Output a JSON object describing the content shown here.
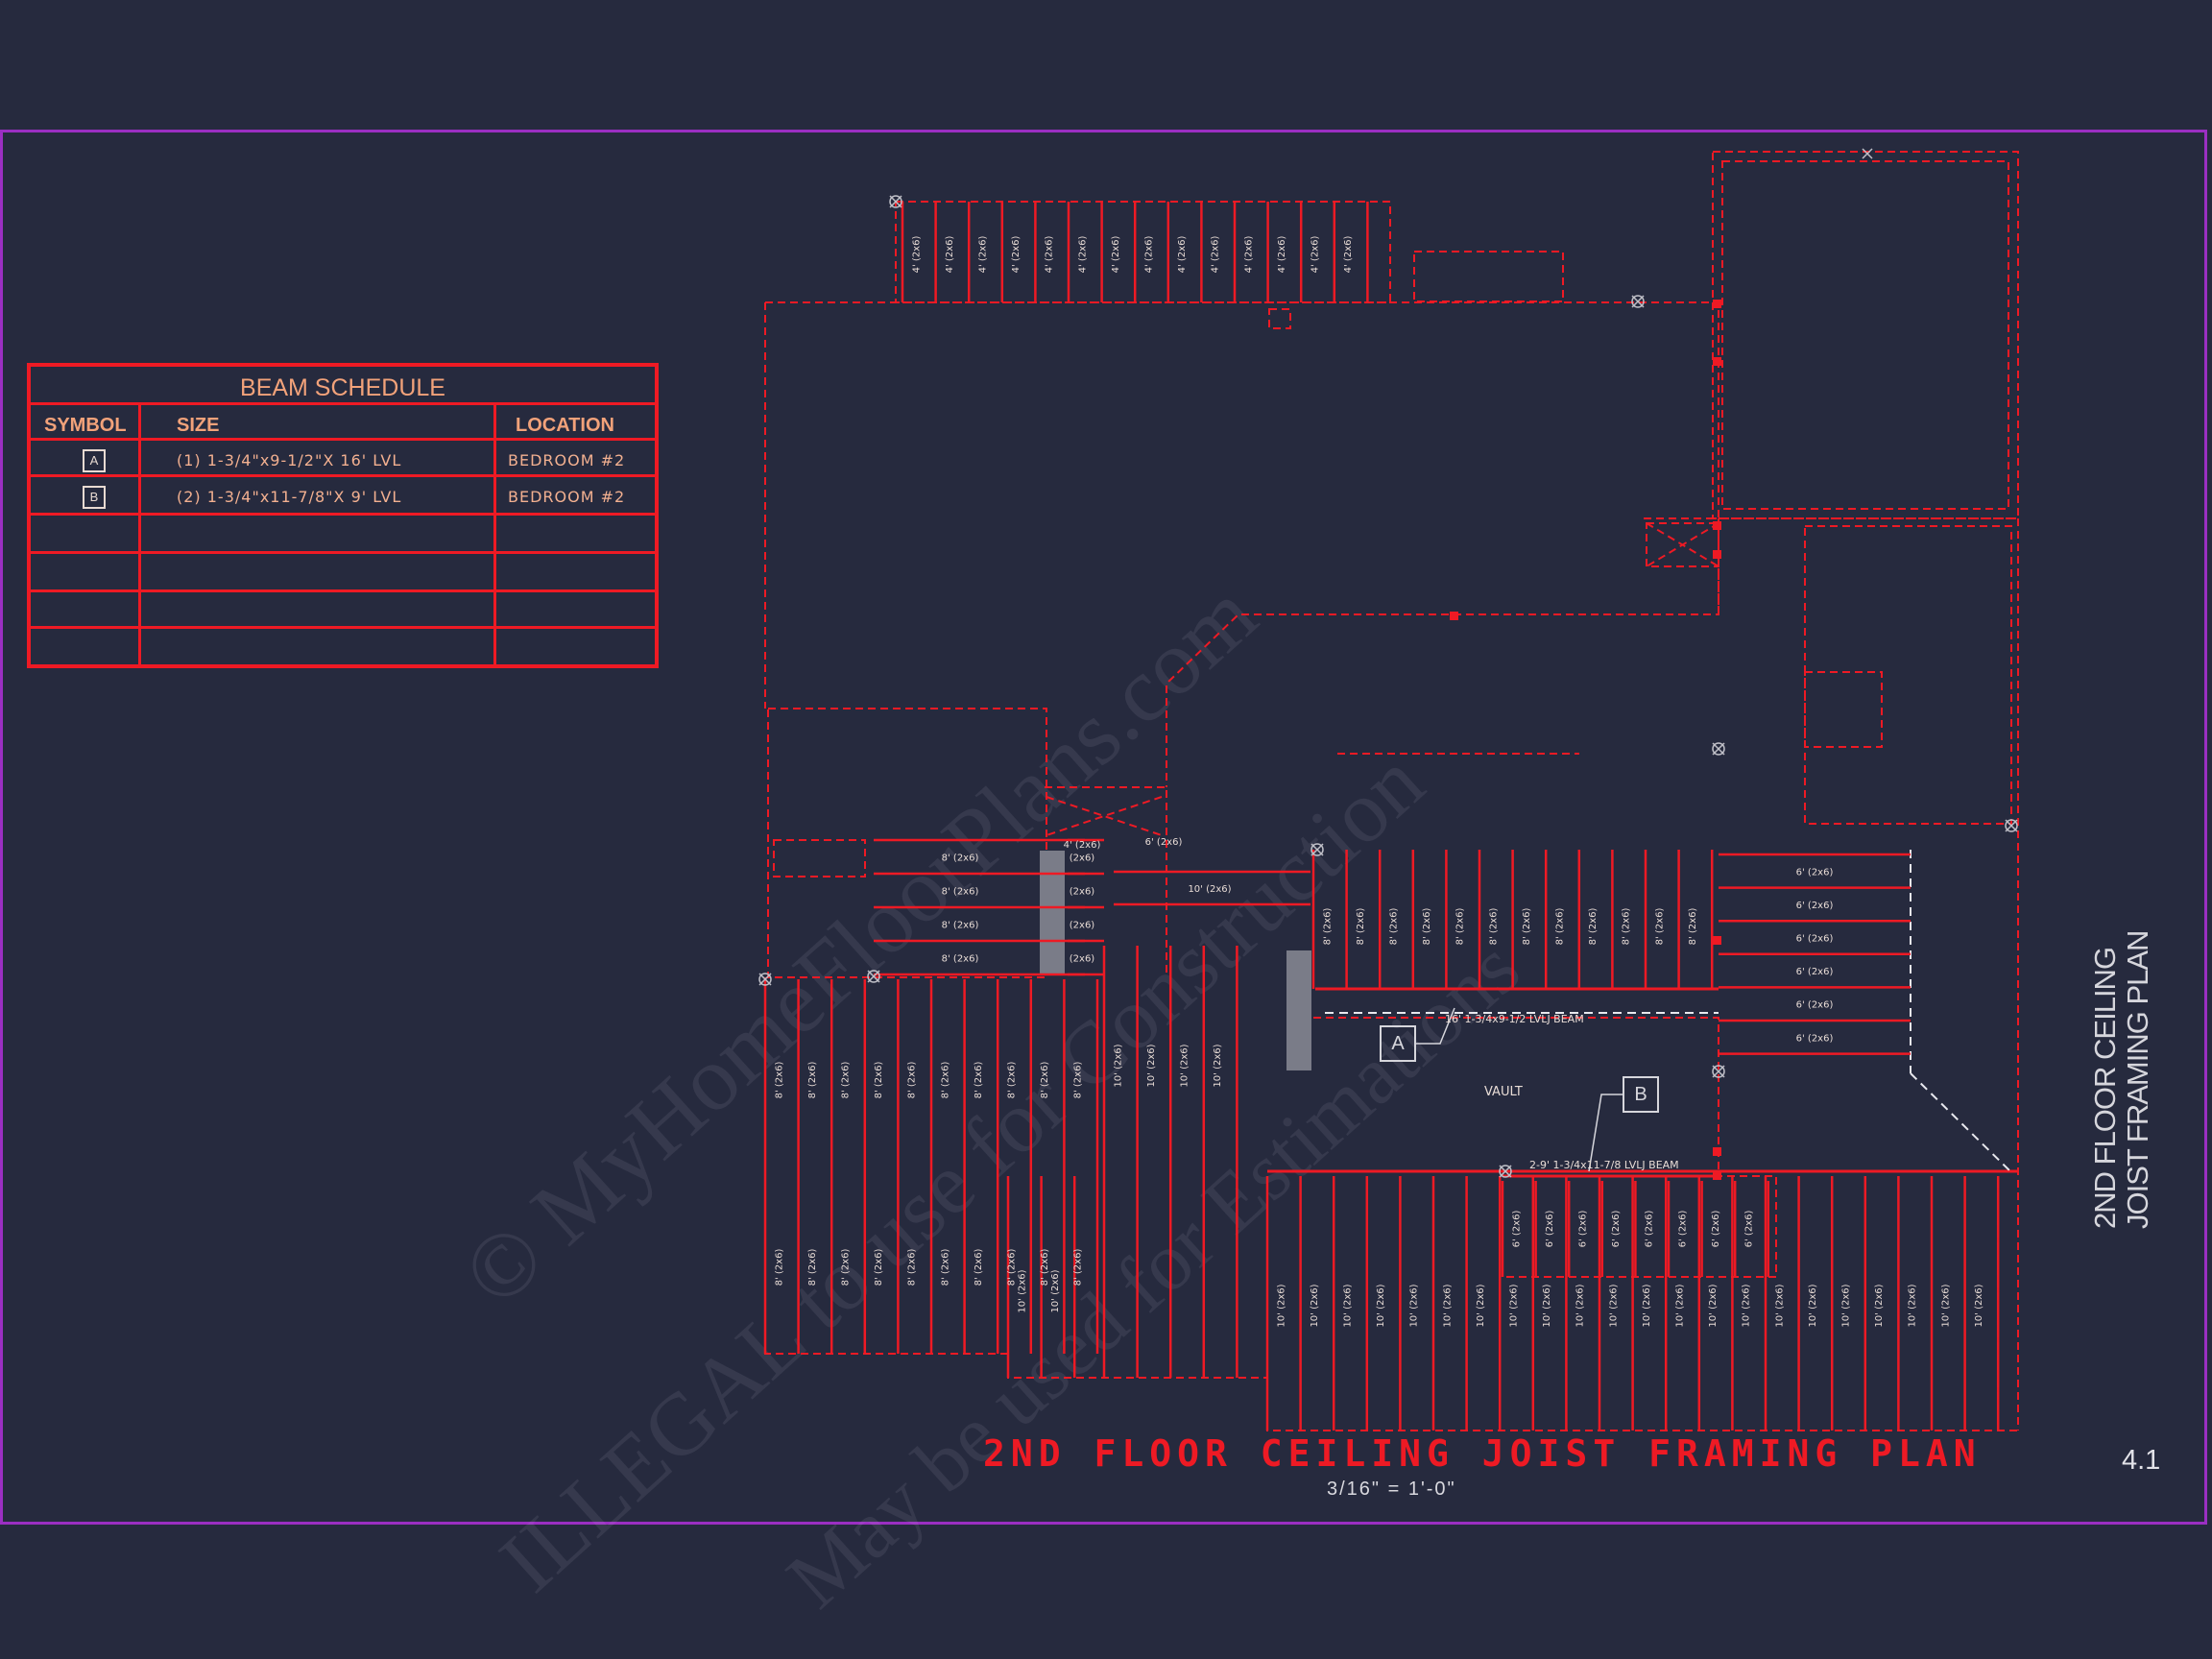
{
  "beam_schedule": {
    "title": "BEAM SCHEDULE",
    "headers": {
      "symbol": "SYMBOL",
      "size": "SIZE",
      "location": "LOCATION"
    },
    "rows": [
      {
        "symbol": "A",
        "size": "(1) 1-3/4\"x9-1/2\"X 16' LVL",
        "location": "BEDROOM #2"
      },
      {
        "symbol": "B",
        "size": "(2) 1-3/4\"x11-7/8\"X 9' LVL",
        "location": "BEDROOM #2"
      }
    ]
  },
  "plan": {
    "title": "2ND FLOOR CEILING JOIST FRAMING PLAN",
    "scale": "3/16\" = 1'-0\"",
    "vault_label": "VAULT",
    "beam_a_tag": "A",
    "beam_b_tag": "B",
    "beam_a_note": "16' 1-3/4x9-1/2 LVLJ BEAM",
    "beam_b_note": "2-9' 1-3/4x11-7/8 LVLJ BEAM"
  },
  "joist_labels": {
    "top": "4' (2x6)",
    "h8": "8' (2x6)",
    "h10": "10' (2x6)",
    "h6": "6' (2x6)",
    "v8": "8' (2x6)",
    "v10": "10' (2x6)",
    "v6": "6' (2x6)",
    "stub": "6' (2x6)",
    "short": "(2x6)"
  },
  "sheet": {
    "title_line1": "2ND FLOOR CEILING",
    "title_line2": "JOIST FRAMING PLAN",
    "number": "4.1"
  },
  "watermark": {
    "line1": "© MyHomeFloorPlans.com",
    "line2": "ILLEGAL to use for Construction",
    "line3": "May be used for Estimations"
  },
  "colors": {
    "background": "#262a3e",
    "framing_red": "#ee1a24",
    "sheet_border": "#9b2fc2",
    "schedule_text": "#f2a27a"
  }
}
